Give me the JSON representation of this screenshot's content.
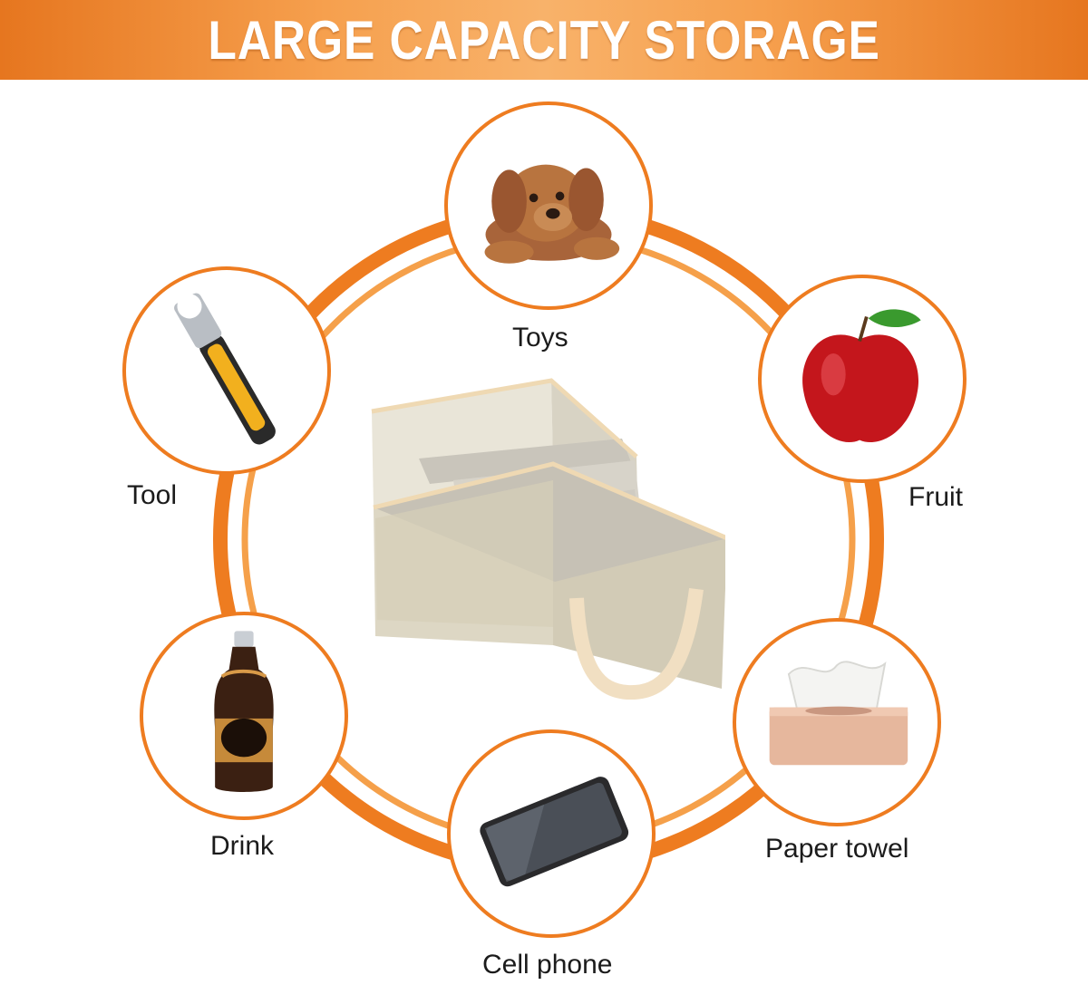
{
  "banner": {
    "title": "LARGE CAPACITY STORAGE"
  },
  "colors": {
    "accent": "#ee7c20",
    "banner_light": "#f8b26a",
    "banner_dark": "#e6761f"
  },
  "items": [
    {
      "label": "Toys",
      "icon": "plush-dog-icon"
    },
    {
      "label": "Fruit",
      "icon": "apple-icon"
    },
    {
      "label": "Paper towel",
      "icon": "tissue-box-icon"
    },
    {
      "label": "Cell phone",
      "icon": "smartphone-icon"
    },
    {
      "label": "Drink",
      "icon": "bottle-icon"
    },
    {
      "label": "Tool",
      "icon": "wrench-icon"
    }
  ],
  "center_product": {
    "icon": "storage-caddy-icon"
  }
}
